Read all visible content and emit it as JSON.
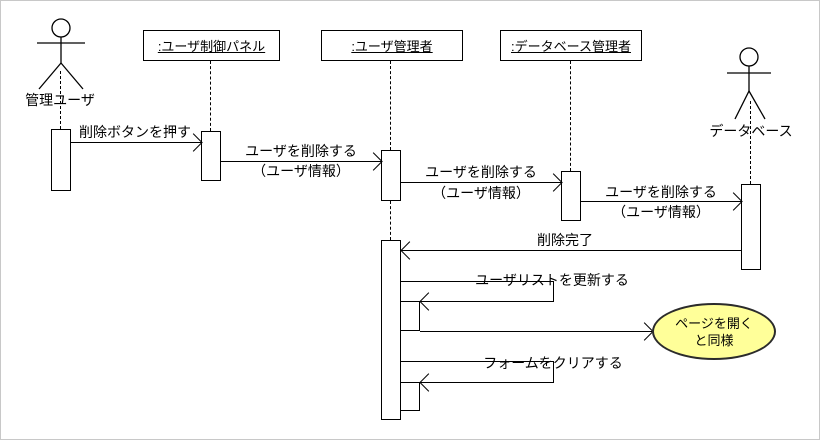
{
  "diagram": {
    "kind": "uml-sequence-diagram",
    "colors": {
      "background": "#ffffff",
      "line": "#000000",
      "note_fill": "#ffff99",
      "note_border": "#2b2b2b"
    }
  },
  "actors": [
    {
      "name": "管理ユーザ",
      "position": "top-left"
    },
    {
      "name": "データベース",
      "position": "right"
    }
  ],
  "lifelines": [
    {
      "label": ":ユーザ制御パネル"
    },
    {
      "label": ":ユーザ管理者"
    },
    {
      "label": ":データベース管理者"
    }
  ],
  "messages": [
    {
      "label": "削除ボタンを押す",
      "from": "管理ユーザ",
      "to": ":ユーザ制御パネル",
      "direction": "right"
    },
    {
      "label": "ユーザを削除する",
      "sublabel": "（ユーザ情報）",
      "from": ":ユーザ制御パネル",
      "to": ":ユーザ管理者",
      "direction": "right"
    },
    {
      "label": "ユーザを削除する",
      "sublabel": "（ユーザ情報）",
      "from": ":ユーザ管理者",
      "to": ":データベース管理者",
      "direction": "right"
    },
    {
      "label": "ユーザを削除する",
      "sublabel": "（ユーザ情報）",
      "from": ":データベース管理者",
      "to": "データベース",
      "direction": "right"
    },
    {
      "label": "削除完了",
      "from": "データベース",
      "to": ":ユーザ管理者",
      "direction": "left"
    },
    {
      "label": "ユーザリストを更新する",
      "from": ":ユーザ管理者",
      "to": ":ユーザ管理者",
      "type": "self"
    },
    {
      "label": "フォームをクリアする",
      "from": ":ユーザ管理者",
      "to": ":ユーザ管理者",
      "type": "self"
    }
  ],
  "note": {
    "line1": "ページを開く",
    "line2": "と同様"
  }
}
